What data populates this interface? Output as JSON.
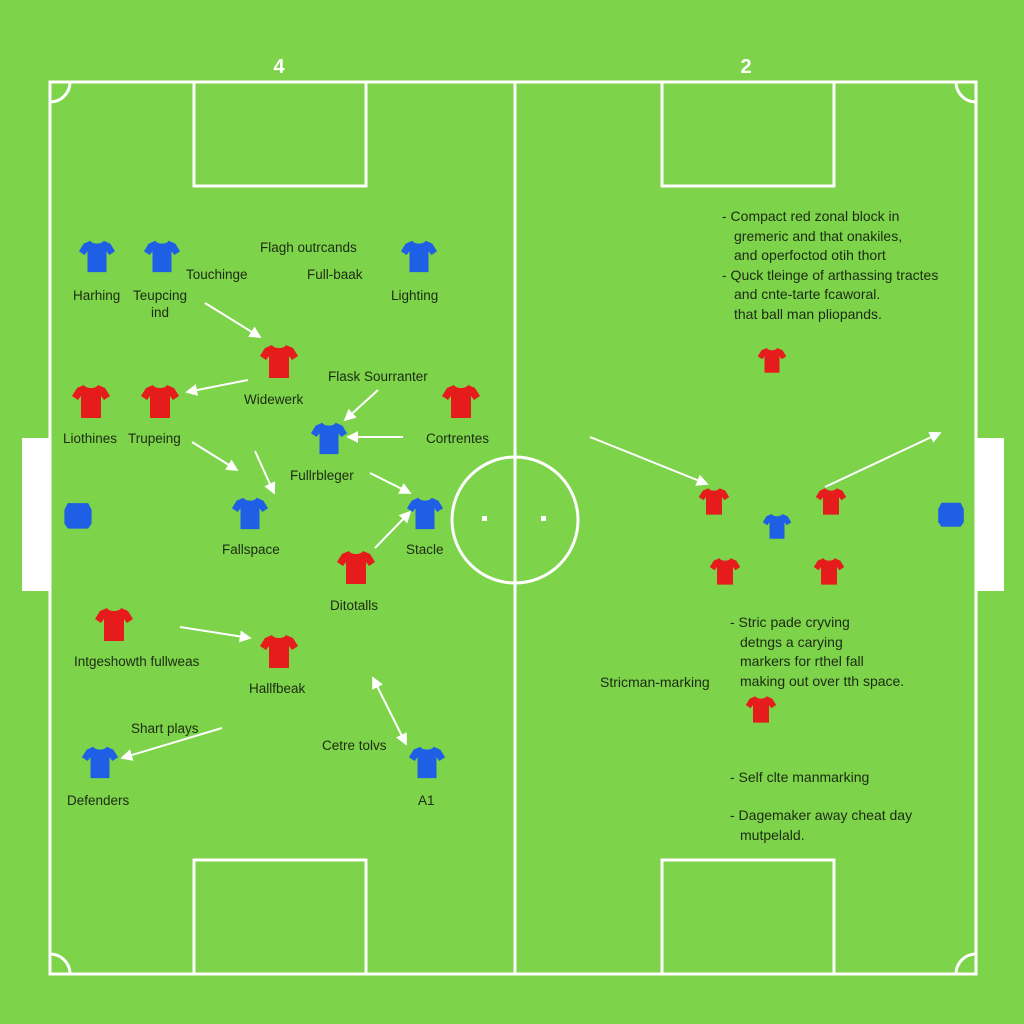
{
  "scores": {
    "left": "4",
    "right": "2"
  },
  "colors": {
    "pitch": "#7dd34a",
    "lines": "#ffffff",
    "blue_team": "#1e5fe6",
    "red_team": "#e61c1c"
  },
  "left_half": {
    "labels": {
      "flagh": "Flagh outrcands",
      "touchinge": "Touchinge",
      "fullbaak": "Full-baak",
      "harhing": "Harhing",
      "teupcing_1": "Teupcing",
      "teupcing_2": "ind",
      "lighting": "Lighting",
      "flask": "Flask Sourranter",
      "widewerk": "Widewerk",
      "liothines": "Liothines",
      "trupeing": "Trupeing",
      "cortrentes": "Cortrentes",
      "fullbleger": "Fullrbleger",
      "fallspace": "Fallspace",
      "stacle": "Stacle",
      "ditotalls": "Ditotalls",
      "intgeshowth": "Intgeshowth fullweas",
      "hallfbeak": "Hallfbeak",
      "shart": "Shart plays",
      "cetre": "Cetre tolvs",
      "defenders": "Defenders",
      "a1": "A1"
    }
  },
  "right_half": {
    "note_top": [
      "- Compact red zonal block in",
      "gremeric and that onakiles,",
      "and operfoctod otih thort",
      "- Quck tleinge of arthassing tractes",
      "and cnte-tarte fcaworal.",
      "that ball man pliopands."
    ],
    "note_mid": [
      "- Stric pade cryving",
      "detngs a carying",
      "markers for rthel fall",
      "making out over tth space."
    ],
    "label_strict": "Stricman-marking",
    "note_self": "- Self clte manmarking",
    "note_bottom": [
      "- Dagemaker away cheat day",
      "mutpelald."
    ]
  },
  "icons": [
    "blue-jersey-icon",
    "red-jersey-icon",
    "goal-frame-icon",
    "arrow-icon"
  ]
}
